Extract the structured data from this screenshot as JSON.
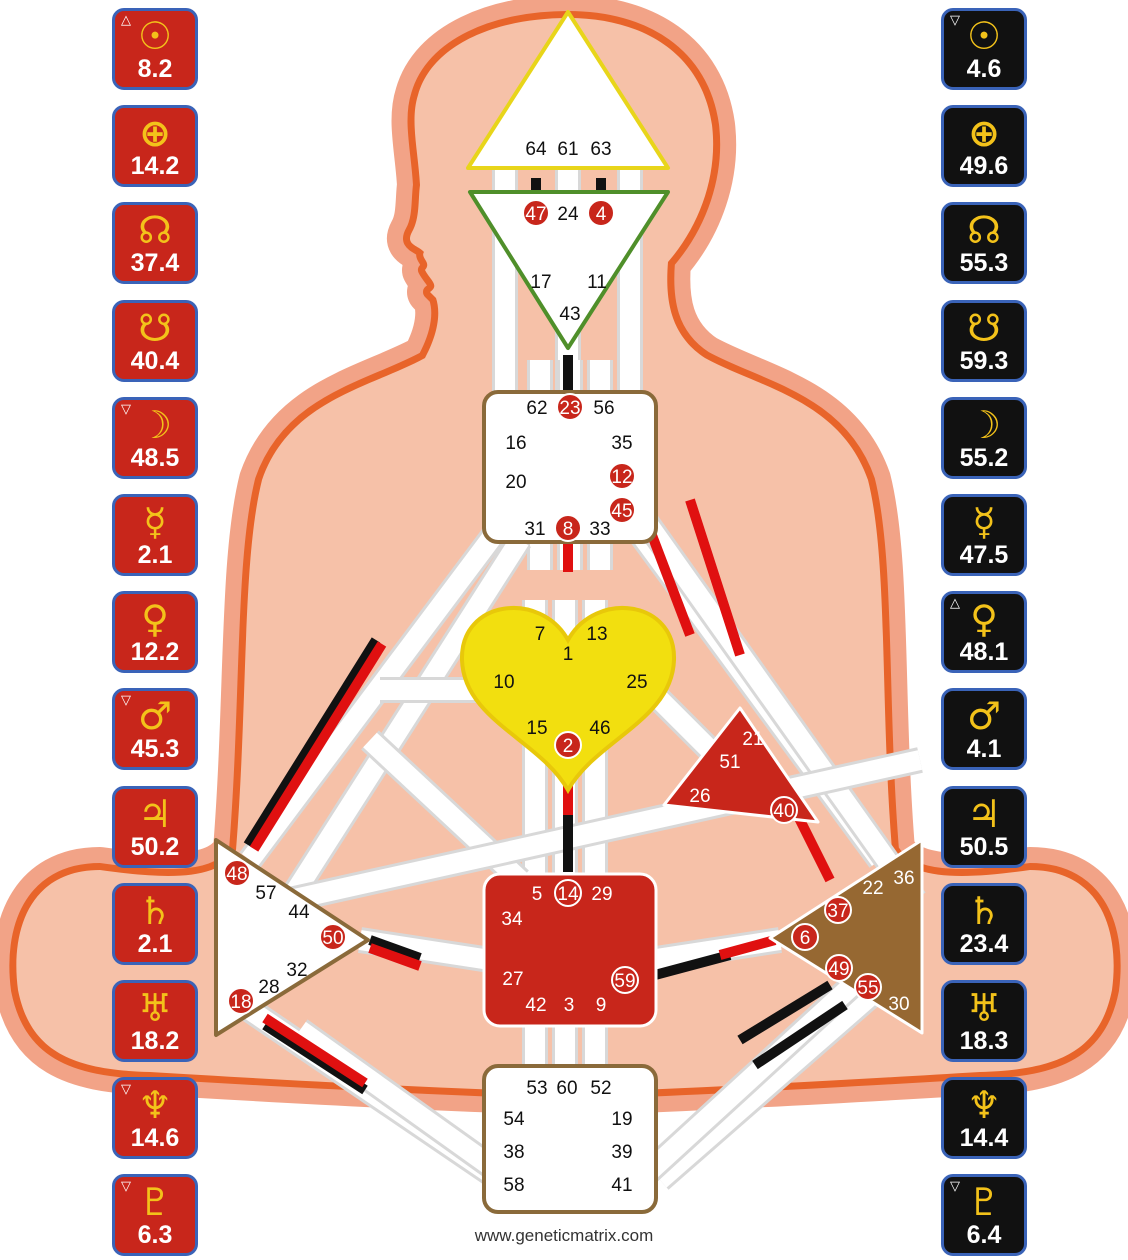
{
  "footer": "www.geneticmatrix.com",
  "colors": {
    "design_tile": "#c8261b",
    "personality_tile": "#111111",
    "tile_border": "#3a63b8",
    "glyph": "#f3c21a",
    "body_outer": "#f8c8b4",
    "body_ring": "#e8642a",
    "channel": "#ffffff",
    "gate_active": "#c8261b"
  },
  "design_planets": [
    {
      "symbol": "☉",
      "value": "8.2",
      "mark": "△"
    },
    {
      "symbol": "⊕",
      "value": "14.2",
      "mark": ""
    },
    {
      "symbol": "☊",
      "value": "37.4",
      "mark": ""
    },
    {
      "symbol": "☋",
      "value": "40.4",
      "mark": ""
    },
    {
      "symbol": "☽",
      "value": "48.5",
      "mark": "▽"
    },
    {
      "symbol": "☿",
      "value": "2.1",
      "mark": ""
    },
    {
      "symbol": "♀",
      "value": "12.2",
      "mark": ""
    },
    {
      "symbol": "♂",
      "value": "45.3",
      "mark": "▽"
    },
    {
      "symbol": "♃",
      "value": "50.2",
      "mark": ""
    },
    {
      "symbol": "♄",
      "value": "2.1",
      "mark": ""
    },
    {
      "symbol": "♅",
      "value": "18.2",
      "mark": ""
    },
    {
      "symbol": "♆",
      "value": "14.6",
      "mark": "▽"
    },
    {
      "symbol": "♇",
      "value": "6.3",
      "mark": "▽"
    }
  ],
  "personality_planets": [
    {
      "symbol": "☉",
      "value": "4.6",
      "mark": "▽"
    },
    {
      "symbol": "⊕",
      "value": "49.6",
      "mark": ""
    },
    {
      "symbol": "☊",
      "value": "55.3",
      "mark": ""
    },
    {
      "symbol": "☋",
      "value": "59.3",
      "mark": ""
    },
    {
      "symbol": "☽",
      "value": "55.2",
      "mark": ""
    },
    {
      "symbol": "☿",
      "value": "47.5",
      "mark": ""
    },
    {
      "symbol": "♀",
      "value": "48.1",
      "mark": "△"
    },
    {
      "symbol": "♂",
      "value": "4.1",
      "mark": ""
    },
    {
      "symbol": "♃",
      "value": "50.5",
      "mark": ""
    },
    {
      "symbol": "♄",
      "value": "23.4",
      "mark": ""
    },
    {
      "symbol": "♅",
      "value": "18.3",
      "mark": ""
    },
    {
      "symbol": "♆",
      "value": "14.4",
      "mark": ""
    },
    {
      "symbol": "♇",
      "value": "6.4",
      "mark": "▽"
    }
  ],
  "centers": [
    {
      "name": "head",
      "fill": "#ffffff",
      "stroke": "#e8d51a",
      "defined": false,
      "gates": [
        {
          "n": "64",
          "active": false
        },
        {
          "n": "61",
          "active": false
        },
        {
          "n": "63",
          "active": false
        }
      ]
    },
    {
      "name": "ajna",
      "fill": "#ffffff",
      "stroke": "#4f8f2a",
      "defined": false,
      "gates": [
        {
          "n": "47",
          "active": true
        },
        {
          "n": "24",
          "active": false
        },
        {
          "n": "4",
          "active": true
        },
        {
          "n": "17",
          "active": false
        },
        {
          "n": "11",
          "active": false
        },
        {
          "n": "43",
          "active": false
        }
      ]
    },
    {
      "name": "throat",
      "fill": "#ffffff",
      "stroke": "#8a6a3a",
      "defined": false,
      "gates": [
        {
          "n": "62",
          "active": false
        },
        {
          "n": "23",
          "active": true
        },
        {
          "n": "56",
          "active": false
        },
        {
          "n": "16",
          "active": false
        },
        {
          "n": "35",
          "active": false
        },
        {
          "n": "20",
          "active": false
        },
        {
          "n": "12",
          "active": true
        },
        {
          "n": "45",
          "active": true
        },
        {
          "n": "31",
          "active": false
        },
        {
          "n": "8",
          "active": true
        },
        {
          "n": "33",
          "active": false
        }
      ]
    },
    {
      "name": "g-center",
      "fill": "#f2df0f",
      "stroke": "#e8c80a",
      "defined": true,
      "gates": [
        {
          "n": "7",
          "active": false
        },
        {
          "n": "1",
          "active": false
        },
        {
          "n": "13",
          "active": false
        },
        {
          "n": "10",
          "active": false
        },
        {
          "n": "25",
          "active": false
        },
        {
          "n": "15",
          "active": false
        },
        {
          "n": "2",
          "active": true
        },
        {
          "n": "46",
          "active": false
        }
      ]
    },
    {
      "name": "heart",
      "fill": "#c8261b",
      "stroke": "#ffffff",
      "defined": true,
      "gates": [
        {
          "n": "21",
          "active": false
        },
        {
          "n": "51",
          "active": false
        },
        {
          "n": "26",
          "active": false
        },
        {
          "n": "40",
          "active": true
        }
      ]
    },
    {
      "name": "sacral",
      "fill": "#c8261b",
      "stroke": "#ffffff",
      "defined": true,
      "gates": [
        {
          "n": "5",
          "active": false
        },
        {
          "n": "14",
          "active": true
        },
        {
          "n": "29",
          "active": false
        },
        {
          "n": "34",
          "active": false
        },
        {
          "n": "27",
          "active": false
        },
        {
          "n": "59",
          "active": true
        },
        {
          "n": "42",
          "active": false
        },
        {
          "n": "3",
          "active": false
        },
        {
          "n": "9",
          "active": false
        }
      ]
    },
    {
      "name": "spleen",
      "fill": "#ffffff",
      "stroke": "#8a6a3a",
      "defined": false,
      "gates": [
        {
          "n": "48",
          "active": true
        },
        {
          "n": "57",
          "active": false
        },
        {
          "n": "44",
          "active": false
        },
        {
          "n": "50",
          "active": true
        },
        {
          "n": "32",
          "active": false
        },
        {
          "n": "28",
          "active": false
        },
        {
          "n": "18",
          "active": true
        }
      ]
    },
    {
      "name": "solar-plexus",
      "fill": "#966832",
      "stroke": "#ffffff",
      "defined": true,
      "gates": [
        {
          "n": "36",
          "active": false
        },
        {
          "n": "22",
          "active": false
        },
        {
          "n": "37",
          "active": true
        },
        {
          "n": "6",
          "active": true
        },
        {
          "n": "49",
          "active": true
        },
        {
          "n": "55",
          "active": true
        },
        {
          "n": "30",
          "active": false
        }
      ]
    },
    {
      "name": "root",
      "fill": "#ffffff",
      "stroke": "#8a6a3a",
      "defined": false,
      "gates": [
        {
          "n": "53",
          "active": false
        },
        {
          "n": "60",
          "active": false
        },
        {
          "n": "52",
          "active": false
        },
        {
          "n": "54",
          "active": false
        },
        {
          "n": "19",
          "active": false
        },
        {
          "n": "38",
          "active": false
        },
        {
          "n": "39",
          "active": false
        },
        {
          "n": "58",
          "active": false
        },
        {
          "n": "41",
          "active": false
        }
      ]
    }
  ]
}
